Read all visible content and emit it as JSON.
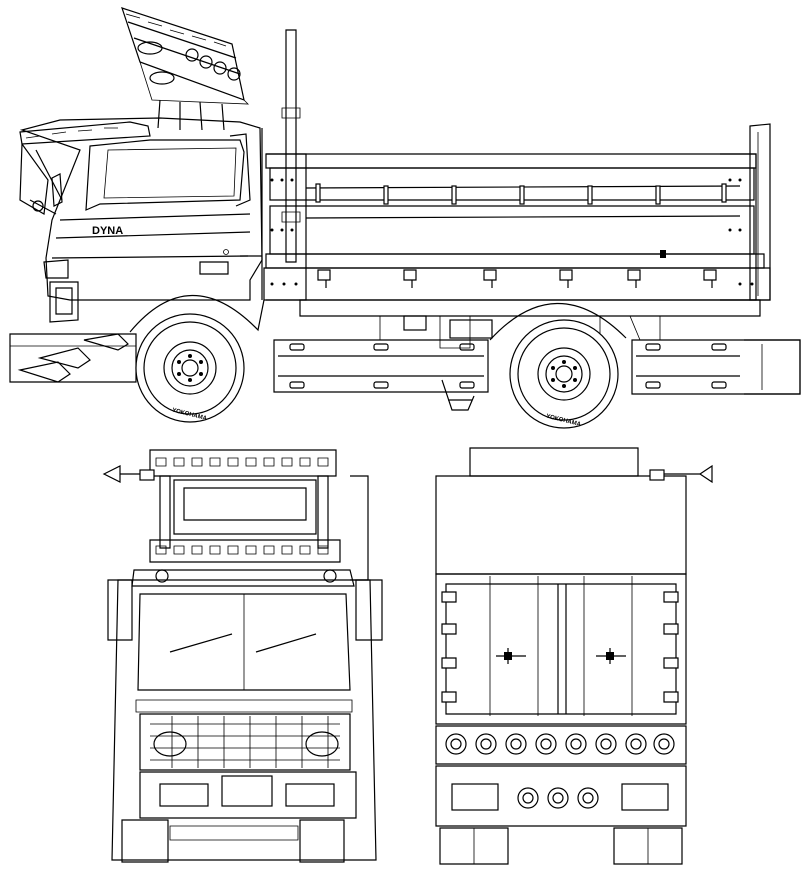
{
  "drawing": {
    "badge_text": "DYNA",
    "tire_text": "YOKOHAMA",
    "line_color": "#000000",
    "background_color": "#ffffff"
  },
  "views": [
    "side-view",
    "front-view",
    "rear-view"
  ]
}
